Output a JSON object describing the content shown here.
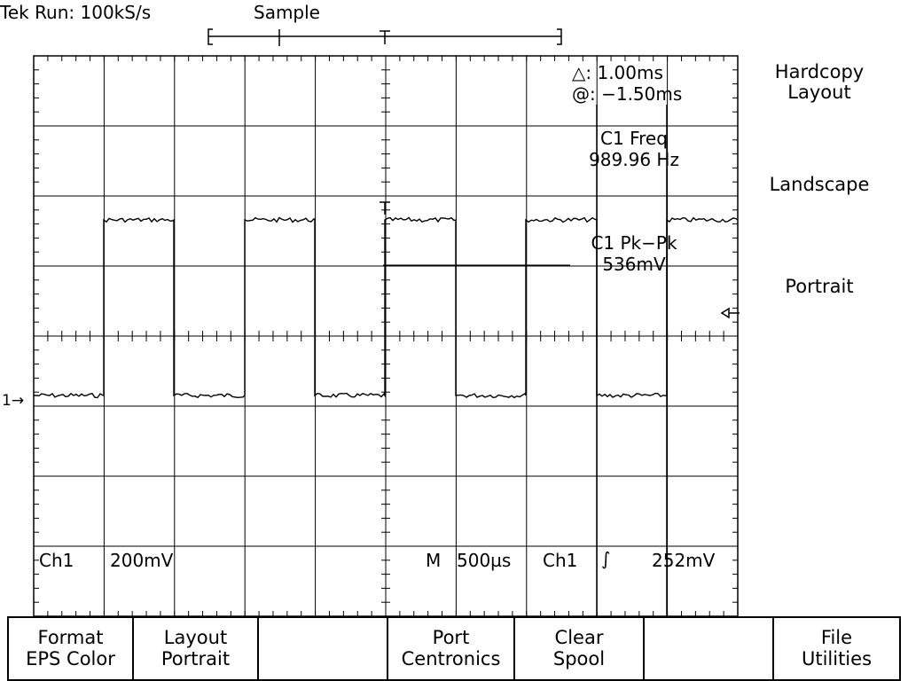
{
  "status": {
    "acquisition": "Tek Run: 100kS/s",
    "mode": "Sample"
  },
  "readouts": {
    "delta": "△: 1.00ms",
    "at": "@: −1.50ms",
    "freq_label": "C1 Freq",
    "freq_value": "989.96 Hz",
    "pkpk_label": "C1 Pk−Pk",
    "pkpk_value": "536mV"
  },
  "ground_marker": "1→",
  "bottom_status": {
    "channel": "Ch1",
    "volts_div": "200mV",
    "m": "M",
    "timebase": "500µs",
    "trig_source": "Ch1",
    "trig_slope": "∫",
    "trig_level": "252mV"
  },
  "side_menu": [
    {
      "label1": "Hardcopy",
      "label2": "Layout"
    },
    {
      "label1": "Landscape",
      "label2": ""
    },
    {
      "label1": "Portrait",
      "label2": ""
    }
  ],
  "bottom_menu": [
    {
      "label1": "Format",
      "label2": "EPS Color"
    },
    {
      "label1": "Layout",
      "label2": "Portrait"
    },
    {
      "label1": "",
      "label2": ""
    },
    {
      "label1": "Port",
      "label2": "Centronics"
    },
    {
      "label1": "Clear",
      "label2": "Spool"
    },
    {
      "label1": "",
      "label2": ""
    },
    {
      "label1": "File",
      "label2": "Utilities"
    }
  ],
  "icons": {
    "trigger_level": "left-arrow-icon",
    "record_bracket": "record-bracket-icon"
  }
}
